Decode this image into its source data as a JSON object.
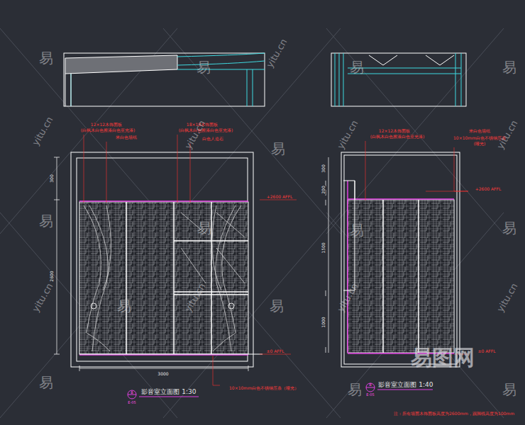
{
  "diagram": {
    "labels": [
      "12×12木饰面板",
      "(白枫木白色擦漆白色亚光漆)",
      "米白色墙纸",
      "18×18木饰面板",
      "(白枫木白色擦漆白色亚光漆)",
      "白色人造石",
      "+2600 AFFL",
      "±0 AFFL",
      "300",
      "2600",
      "3000",
      "10×10mm白色不锈钢压条（哑光）",
      "影音室立面图 1:30",
      "B",
      "E-05",
      "12×12木饰面板",
      "(白枫木白色擦漆白色亚光漆)",
      "米白色墙纸",
      "10×10mm白色不锈钢压条",
      "(哑光)",
      "+2600 AFFL",
      "±0 AFFL",
      "300",
      "200",
      "1500",
      "1000",
      "影音室立面图 1:40",
      "B",
      "E-05",
      "注：所有墙面木饰面板高度为2600mm，踢脚线高度为100mm",
      "易",
      "易",
      "易",
      "易",
      "易",
      "易",
      "易",
      "易",
      "易",
      "易",
      "易",
      "易",
      "易",
      "易",
      "yitu.cn",
      "yitu.cn",
      "yitu.cn",
      "yitu.cn",
      "yitu.cn",
      "yitu.cn",
      "yitu.cn",
      "yitu.cn",
      "yitu.cn",
      "易图网"
    ]
  }
}
